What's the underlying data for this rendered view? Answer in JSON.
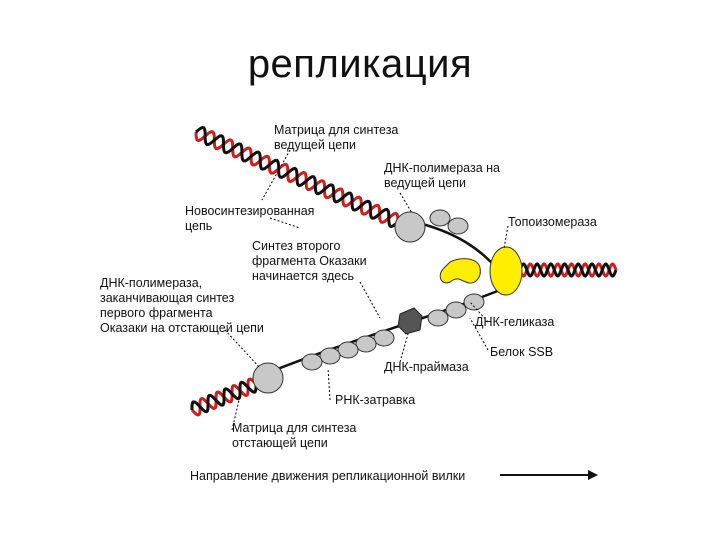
{
  "title": "репликация",
  "labels": {
    "leading_template": [
      "Матрица для синтеза",
      "ведущей цепи"
    ],
    "polymerase_leading": [
      "ДНК-полимераза на",
      "ведущей цепи"
    ],
    "new_strand": [
      "Новосинтезированная",
      "цепь"
    ],
    "topoisomerase": [
      "Топоизомераза"
    ],
    "okazaki_start": [
      "Синтез второго",
      "фрагмента Оказаки",
      "начинается здесь"
    ],
    "polymerase_lagging": [
      "ДНК-полимераза,",
      "заканчивающая синтез",
      "первого фрагмента",
      "Оказаки на отстающей цепи"
    ],
    "helicase": [
      "ДНК-геликаза"
    ],
    "ssb": [
      "Белок SSB"
    ],
    "primase": [
      "ДНК-праймаза"
    ],
    "rna_primer": [
      "РНК-затравка"
    ],
    "lagging_template": [
      "Матрица для синтеза",
      "отстающей цепи"
    ],
    "direction": [
      "Направление движения репликационной вилки"
    ]
  },
  "colors": {
    "strand_red": "#cc1f1f",
    "strand_black": "#111111",
    "protein_grey": "#c8c8c8",
    "protein_dark": "#555555",
    "topo_yellow": "#ffee00"
  }
}
